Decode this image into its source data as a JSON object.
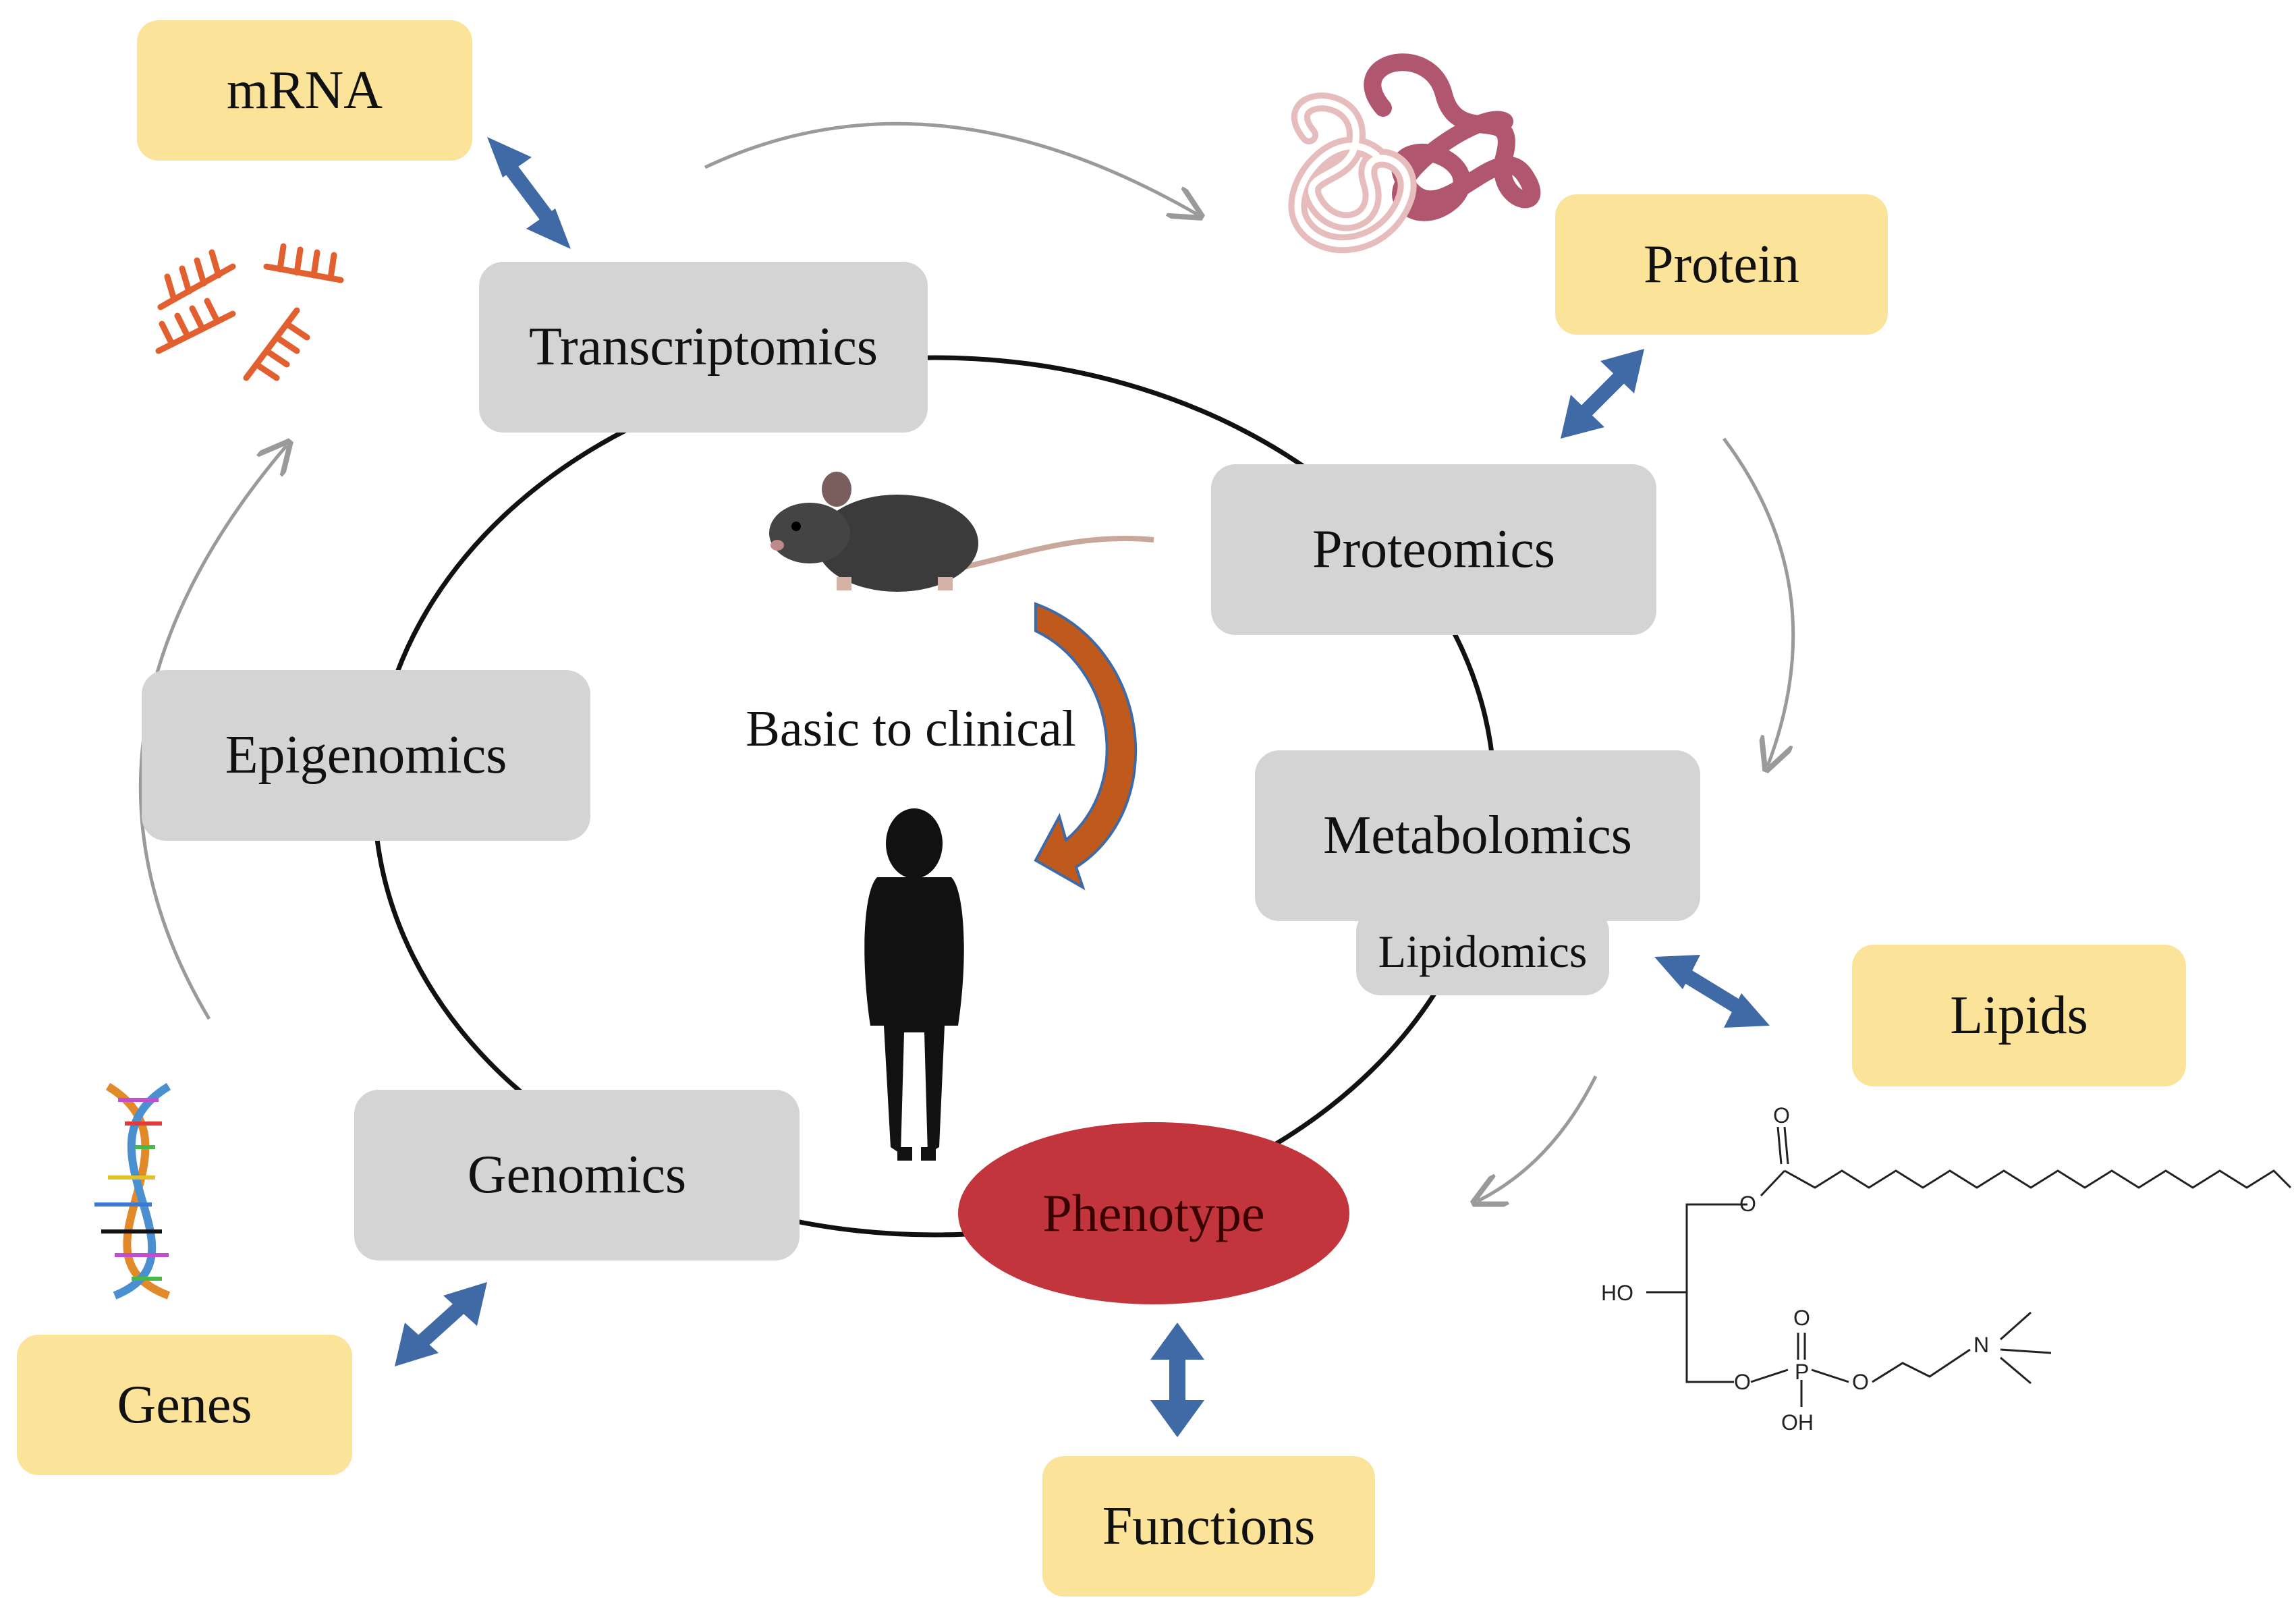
{
  "diagram": {
    "omics": {
      "transcriptomics": "Transcriptomics",
      "proteomics": "Proteomics",
      "metabolomics": "Metabolomics",
      "lipidomics": "Lipidomics",
      "genomics": "Genomics",
      "epigenomics": "Epigenomics"
    },
    "entities": {
      "mrna": "mRNA",
      "protein": "Protein",
      "lipids": "Lipids",
      "genes": "Genes",
      "functions": "Functions"
    },
    "phenotype": "Phenotype",
    "center_caption": "Basic to clinical",
    "chemical_labels": {
      "oxygen_top": "O",
      "ester_oxygen": "O",
      "hydroxyl": "HO",
      "phosphate_oxygen_top": "O",
      "phosphorus": "P",
      "phosphate_oxygen_left": "O",
      "phosphate_oxygen_right": "O",
      "phosphate_hydroxyl": "OH",
      "nitrogen": "N"
    },
    "icons": [
      "mouse-icon",
      "human-silhouette-icon",
      "rna-fragments-icon",
      "protein-coil-icon",
      "dna-helix-icon",
      "curved-arrow-icon",
      "lipid-structure-icon"
    ],
    "colors": {
      "omics_box": "#d4d4d4",
      "entity_box": "#fbe39a",
      "phenotype": "#c2353d",
      "double_arrow": "#3f6aa6",
      "rna": "#e2602f",
      "protein_light": "#e7bcbc",
      "protein_dark": "#b0566e",
      "curved_arrow": "#c05a1c"
    }
  }
}
